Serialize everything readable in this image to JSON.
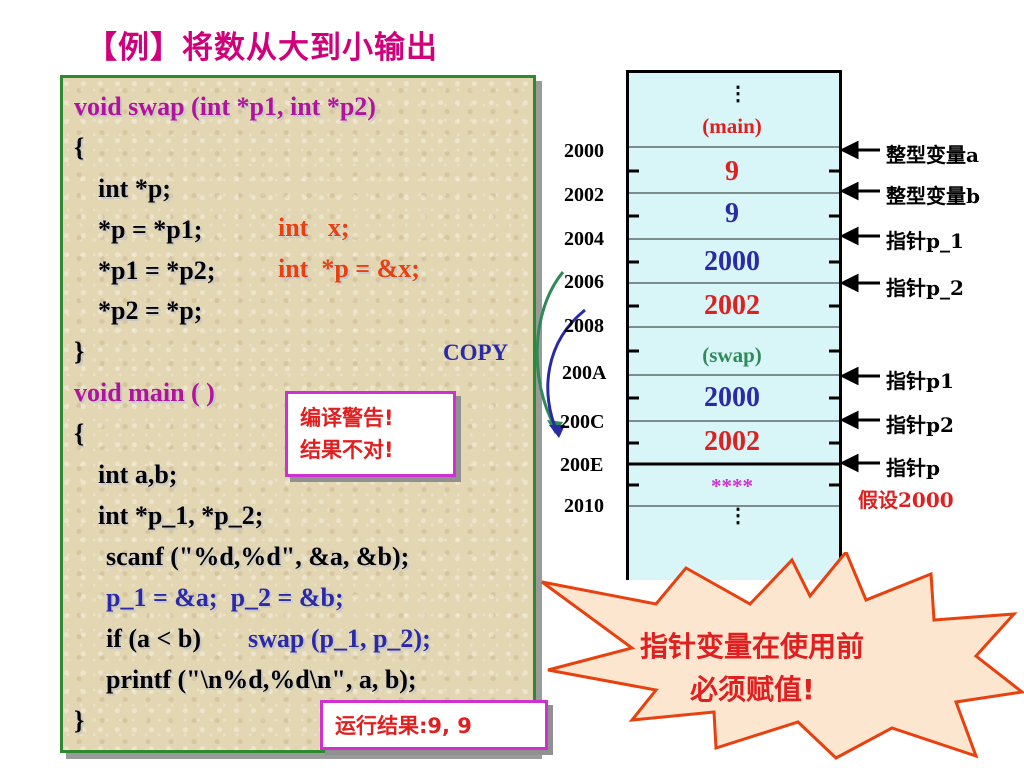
{
  "title": "【例】将数从大到小输出",
  "code": {
    "l1": "void swap (int *p1, int *p2)",
    "l2": "{",
    "l3": "int *p;",
    "l4": "*p = *p1;",
    "l5": "*p1 = *p2;",
    "l6": "*p2 = *p;",
    "l7": "}",
    "l8": "void main ( )",
    "l9": "{",
    "l10": "int a,b;",
    "l11": "int *p_1, *p_2;",
    "l12": "scanf (\"%d,%d\", &a, &b);",
    "l13": "p_1 = &a;  p_2 = &b;",
    "l14a": "if (a < b)",
    "l14b": "swap (p_1, p_2);",
    "l15": "printf (\"\\n%d,%d\\n\", a, b);",
    "l16": "}"
  },
  "fix": {
    "f1": "int   x;",
    "f2": "int  *p = &x;"
  },
  "warning": {
    "line1": "编译警告!",
    "line2": "结果不对!"
  },
  "result": "运行结果:9, 9",
  "copy_label": "COPY",
  "memory": {
    "addresses": [
      "2000",
      "2002",
      "2004",
      "2006",
      "2008",
      "200A",
      "200C",
      "200E",
      "2010"
    ],
    "main_label": "(main)",
    "swap_label": "(swap)",
    "values": [
      "9",
      "9",
      "2000",
      "2002",
      "2000",
      "2002"
    ],
    "unknown": "****",
    "dots": "⋮",
    "labels": [
      "整型变量a",
      "整型变量b",
      "指针p_1",
      "指针p_2",
      "指针p1",
      "指针p2",
      "指针p"
    ],
    "assume": "假设2000"
  },
  "callout": {
    "line1": "指针变量在使用前",
    "line2": "必须赋值!"
  },
  "colors": {
    "accent": "#d0007a",
    "code_blue": "#2a2aa8",
    "code_red": "#e8400e",
    "mem_bg": "#d8f6f8",
    "callout_fill": "#fde6cf",
    "callout_stroke": "#e8400e"
  }
}
